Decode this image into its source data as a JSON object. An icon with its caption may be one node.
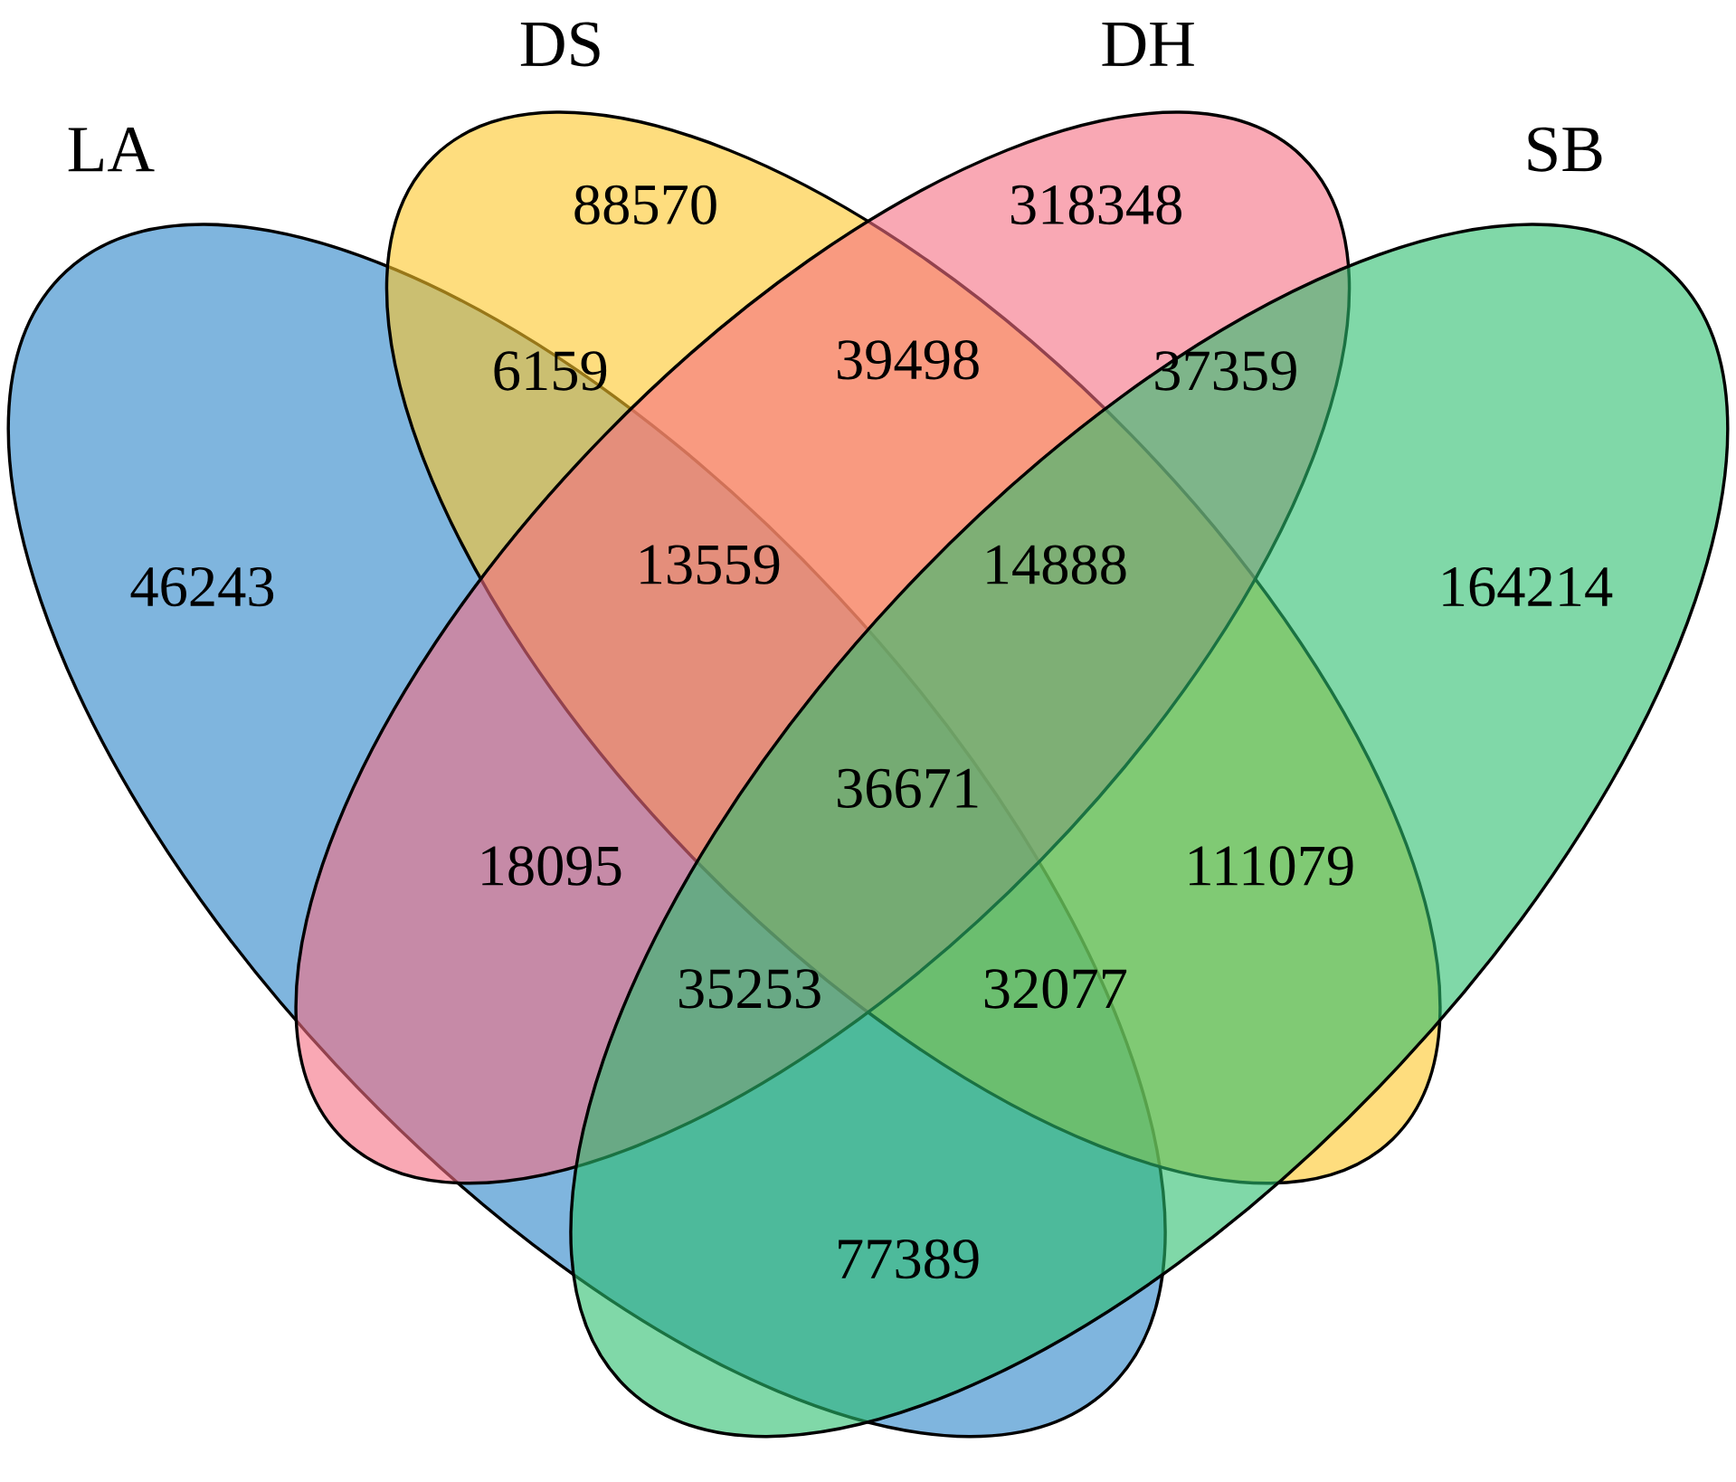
{
  "diagram": {
    "nodes": [
      {
        "text": [
          "LA"
        ]
      },
      {
        "text": [
          "DS"
        ]
      },
      {
        "text": [
          "DH"
        ]
      },
      {
        "text": [
          "SB"
        ]
      }
    ],
    "labels": [
      "88570",
      "318348",
      "6159",
      "39498",
      "37359",
      "46243",
      "13559",
      "14888",
      "164214",
      "36671",
      "18095",
      "111079",
      "35253",
      "32077",
      "77389"
    ]
  }
}
